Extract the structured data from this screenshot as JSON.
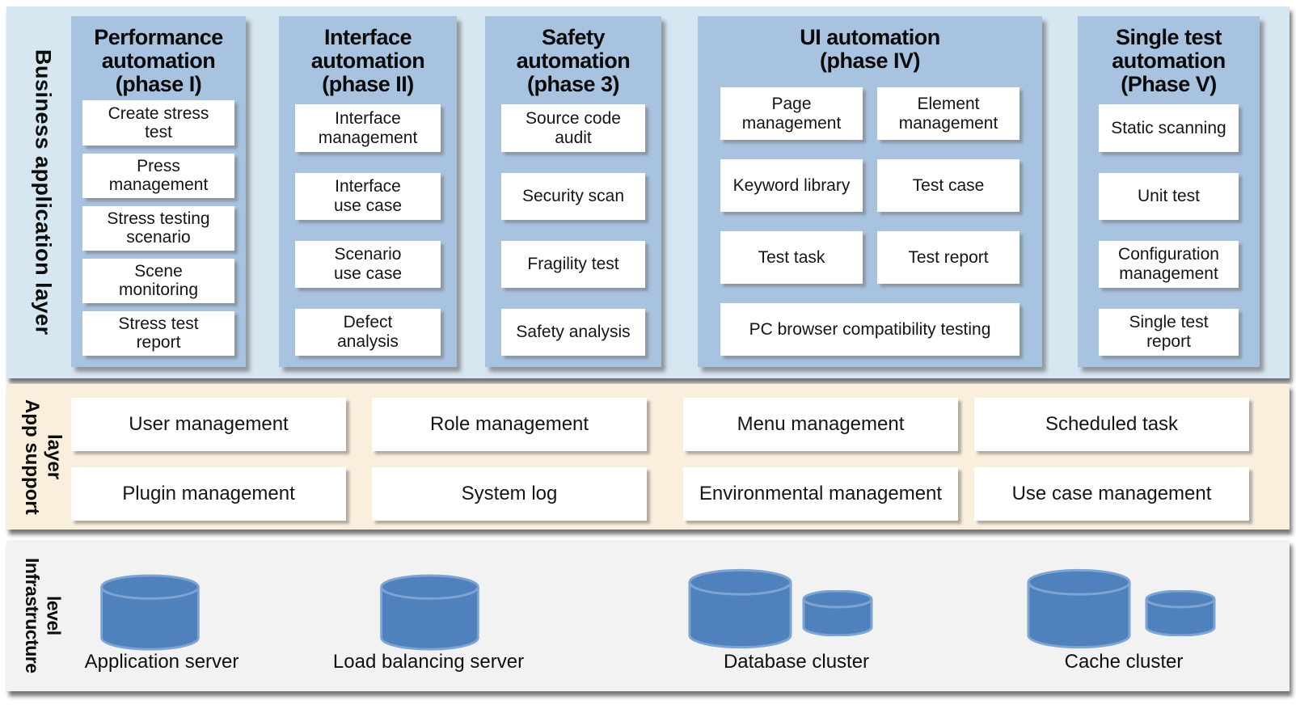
{
  "layers": {
    "business": {
      "label": "Business application layer",
      "columns": [
        {
          "title": "Performance\nautomation\n(phase I)",
          "items": [
            "Create stress\ntest",
            "Press\nmanagement",
            "Stress testing\nscenario",
            "Scene\nmonitoring",
            "Stress test\nreport"
          ]
        },
        {
          "title": "Interface\nautomation\n(phase II)",
          "items": [
            "Interface\nmanagement",
            "Interface\nuse case",
            "Scenario\nuse case",
            "Defect\nanalysis"
          ]
        },
        {
          "title": "Safety\nautomation\n(phase 3)",
          "items": [
            "Source code\naudit",
            "Security scan",
            "Fragility test",
            "Safety analysis"
          ]
        },
        {
          "title": "UI automation\n(phase IV)",
          "items": [
            "Page\nmanagement",
            "Element\nmanagement",
            "Keyword library",
            "Test case",
            "Test task",
            "Test report"
          ],
          "wide_item": "PC browser compatibility testing"
        },
        {
          "title": "Single test\nautomation\n(Phase V)",
          "items": [
            "Static scanning",
            "Unit test",
            "Configuration\nmanagement",
            "Single test\nreport"
          ]
        }
      ]
    },
    "app_support": {
      "label": "App support\nlayer",
      "items": [
        "User management",
        "Role management",
        "Menu management",
        "Scheduled task",
        "Plugin management",
        "System log",
        "Environmental management",
        "Use case management"
      ]
    },
    "infrastructure": {
      "label": "Infrastructure\nlevel",
      "items": [
        {
          "name": "Application server",
          "icon": "database-cylinder",
          "cluster": false
        },
        {
          "name": "Load balancing server",
          "icon": "database-cylinder",
          "cluster": false
        },
        {
          "name": "Database cluster",
          "icon": "database-cylinder",
          "cluster": true
        },
        {
          "name": "Cache cluster",
          "icon": "database-cylinder",
          "cluster": true
        }
      ]
    }
  },
  "colors": {
    "business_layer_bg": "#d7e7f2",
    "column_panel_bg": "#a8c3e0",
    "app_support_bg": "#faeedd",
    "infrastructure_bg": "#f2f2f2",
    "box_bg": "#ffffff",
    "cylinder_fill": "#4f81bd",
    "cylinder_rim": "#7da4d2",
    "text": "#111111"
  }
}
